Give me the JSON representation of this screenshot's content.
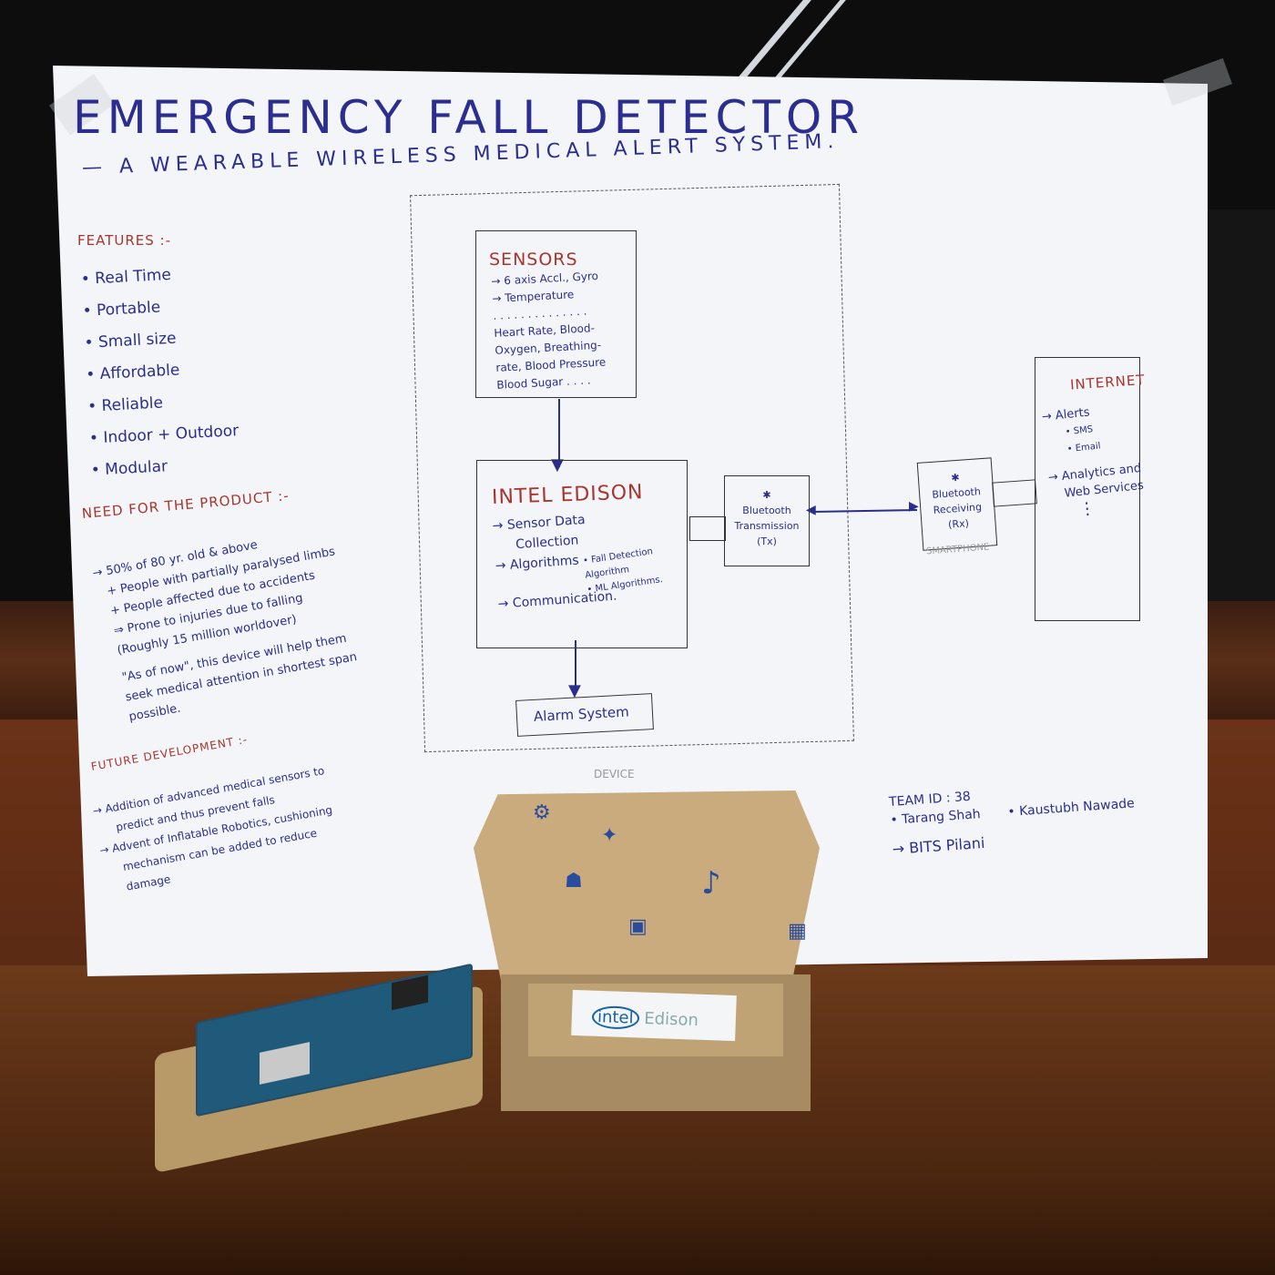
{
  "poster": {
    "title": "EMERGENCY FALL DETECTOR",
    "subtitle": "— A WEARABLE WIRELESS MEDICAL ALERT SYSTEM.",
    "features": {
      "heading": "FEATURES :-",
      "items": [
        "• Real Time",
        "• Portable",
        "• Small size",
        "• Affordable",
        "• Reliable",
        "• Indoor + Outdoor",
        "• Modular"
      ]
    },
    "need": {
      "heading": "NEED FOR THE PRODUCT :-",
      "lines": [
        "→ 50% of 80 yr. old & above",
        "+ People with partially paralysed limbs",
        "+ People affected due to accidents",
        "⇒ Prone to injuries due to falling",
        "(Roughly 15 million worldover)",
        "\"As of now\", this device will help them",
        "seek medical attention in shortest span",
        "possible."
      ]
    },
    "future": {
      "heading": "FUTURE DEVELOPMENT :-",
      "lines": [
        "→ Addition of advanced medical sensors to",
        "predict and thus prevent falls",
        "→ Advent of Inflatable Robotics, cushioning",
        "mechanism can be added to reduce",
        "damage"
      ]
    },
    "sensors": {
      "title": "SENSORS",
      "lines": [
        "→ 6 axis Accl., Gyro",
        "→ Temperature",
        ". . . . . . . . . . . . . .",
        "Heart Rate, Blood-",
        "Oxygen, Breathing-",
        "rate, Blood Pressure",
        "Blood Sugar . . . ."
      ]
    },
    "edison": {
      "title": "INTEL EDISON",
      "lines": [
        "→ Sensor Data",
        "Collection",
        "→ Algorithms",
        "→ Communication."
      ],
      "algorithms": [
        "• Fall Detection Algorithm",
        "• ML Algorithms."
      ]
    },
    "bt_tx": [
      "✱",
      "Bluetooth",
      "Transmission",
      "(Tx)"
    ],
    "bt_rx": [
      "✱",
      "Bluetooth",
      "Receiving",
      "(Rx)"
    ],
    "smartphone_label": "SMARTPHONE",
    "alarm": "Alarm System",
    "device_label": "DEVICE",
    "internet": {
      "title": "INTERNET",
      "lines": [
        "→ Alerts",
        "• SMS",
        "• Email",
        "→ Analytics and",
        "Web Services",
        "⋮"
      ]
    },
    "team": {
      "id": "TEAM ID : 38",
      "members": [
        "• Tarang Shah",
        "• Kaustubh Nawade"
      ],
      "school": "→ BITS Pilani"
    }
  },
  "card": {
    "brand": "intel",
    "product": "Edison"
  }
}
